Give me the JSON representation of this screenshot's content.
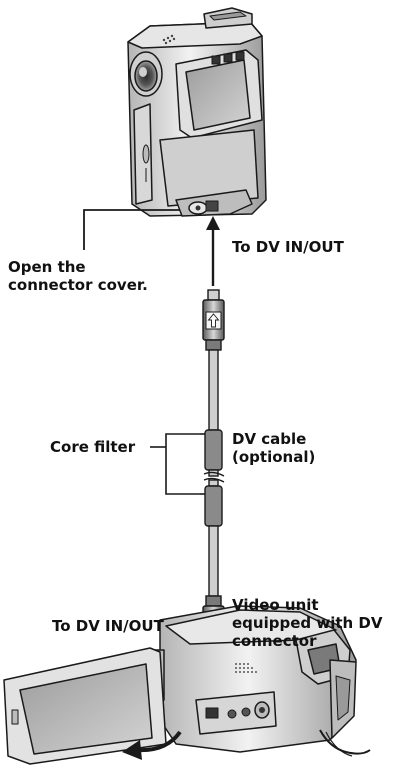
{
  "labels": {
    "open_cover": [
      "Open the",
      "connector cover."
    ],
    "to_dv_top": "To DV IN/OUT",
    "core_filter": "Core filter",
    "dv_cable": [
      "DV cable",
      "(optional)"
    ],
    "to_dv_bottom": "To DV IN/OUT",
    "video_unit": [
      "Video unit",
      "equipped with DV",
      "connector"
    ]
  },
  "icons": {
    "plug_top_arrow": "arrow-up-icon",
    "plug_bottom_arrow": "arrow-down-icon",
    "lcd_open_arrow": "curved-arrow-icon"
  },
  "colors": {
    "stroke": "#1a1a1a",
    "body_light": "#ececec",
    "body_mid": "#c9c9c9",
    "body_dark": "#8e8e8e",
    "ferrite": "#8a8a8a"
  }
}
